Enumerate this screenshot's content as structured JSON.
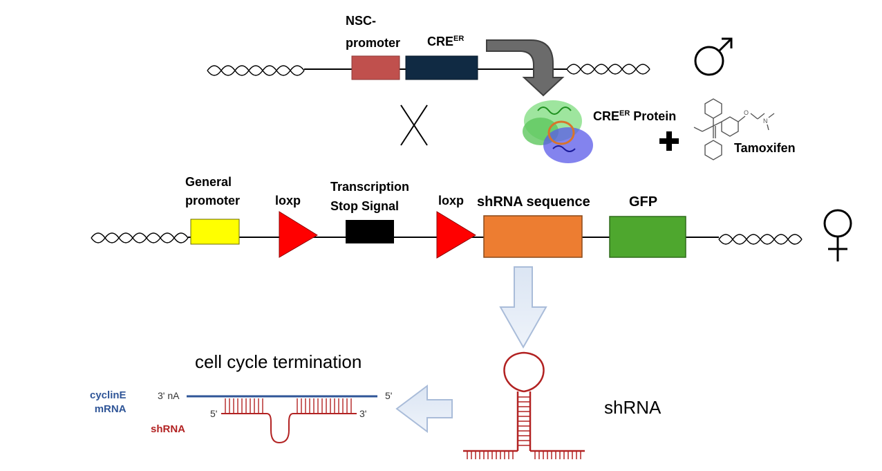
{
  "male_construct": {
    "promoter_label": "NSC-\npromoter",
    "cre_label": "CRE",
    "cre_superscript": "ER",
    "promoter_color": "#c0504d",
    "cre_color": "#102a43",
    "symbol": "♂"
  },
  "cross_symbol": "X",
  "protein": {
    "label": "CRE",
    "label_superscript": "ER",
    "label_suffix": " Protein",
    "plus": "+",
    "drug_label": "Tamoxifen"
  },
  "female_construct": {
    "general_promoter_label": "General\npromoter",
    "loxp_label_1": "loxp",
    "stop_label": "Transcription\nStop Signal",
    "loxp_label_2": "loxp",
    "shrna_seq_label": "shRNA sequence",
    "gfp_label": "GFP",
    "symbol": "♀",
    "colors": {
      "general_promoter": "#ffff00",
      "loxp": "#ff0000",
      "stop": "#000000",
      "shrna_sequence": "#ed7d31",
      "gfp": "#4ea72e"
    }
  },
  "hairpin": {
    "label": "shRNA",
    "color": "#b22222"
  },
  "duplex": {
    "title": "cell cycle termination",
    "mrna_label": "cyclinE\nmRNA",
    "shrna_label": "shRNA",
    "mrna_left_end": "3' nA",
    "mrna_right_end": "5'",
    "shrna_left_end": "5'",
    "shrna_right_end": "3'",
    "mrna_color": "#2f5597",
    "shrna_color": "#b22222"
  },
  "arrow_color": "#c9d6ea"
}
